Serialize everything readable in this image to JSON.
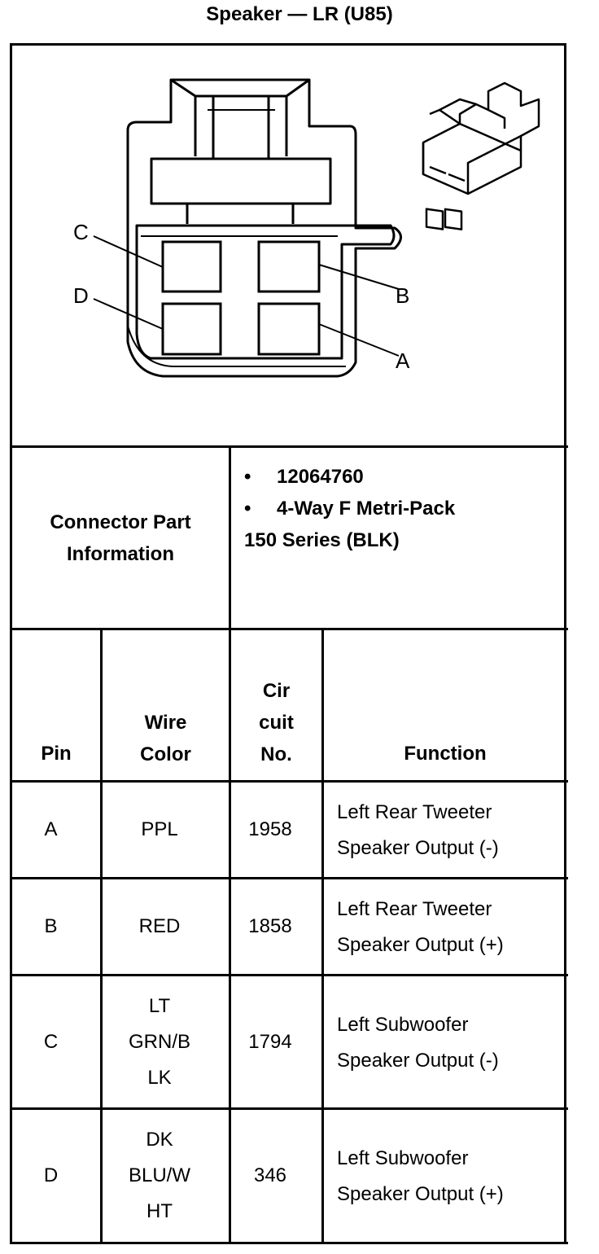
{
  "title": "Speaker — LR (U85)",
  "connector_part": {
    "label_line1": "Connector Part",
    "label_line2": "Information",
    "items": [
      "12064760",
      "4-Way F Metri-Pack"
    ],
    "continuation": "150 Series (BLK)"
  },
  "cavity_labels": {
    "a": "A",
    "b": "B",
    "c": "C",
    "d": "D"
  },
  "table": {
    "headers": {
      "pin": "Pin",
      "wire_line1": "Wire",
      "wire_line2": "Color",
      "cir_line1": "Cir",
      "cir_line2": "cuit",
      "cir_line3": "No.",
      "function": "Function"
    },
    "rows": [
      {
        "pin": "A",
        "color": [
          "PPL"
        ],
        "circuit": "1958",
        "function": [
          "Left Rear Tweeter",
          "Speaker Output (-)"
        ]
      },
      {
        "pin": "B",
        "color": [
          "RED"
        ],
        "circuit": "1858",
        "function": [
          "Left Rear Tweeter",
          "Speaker Output (+)"
        ]
      },
      {
        "pin": "C",
        "color": [
          "LT",
          "GRN/B",
          "LK"
        ],
        "circuit": "1794",
        "function": [
          "Left Subwoofer",
          "Speaker Output (-)"
        ]
      },
      {
        "pin": "D",
        "color": [
          "DK",
          "BLU/W",
          "HT"
        ],
        "circuit": "346",
        "function": [
          "Left Subwoofer",
          "Speaker Output (+)"
        ]
      }
    ]
  }
}
